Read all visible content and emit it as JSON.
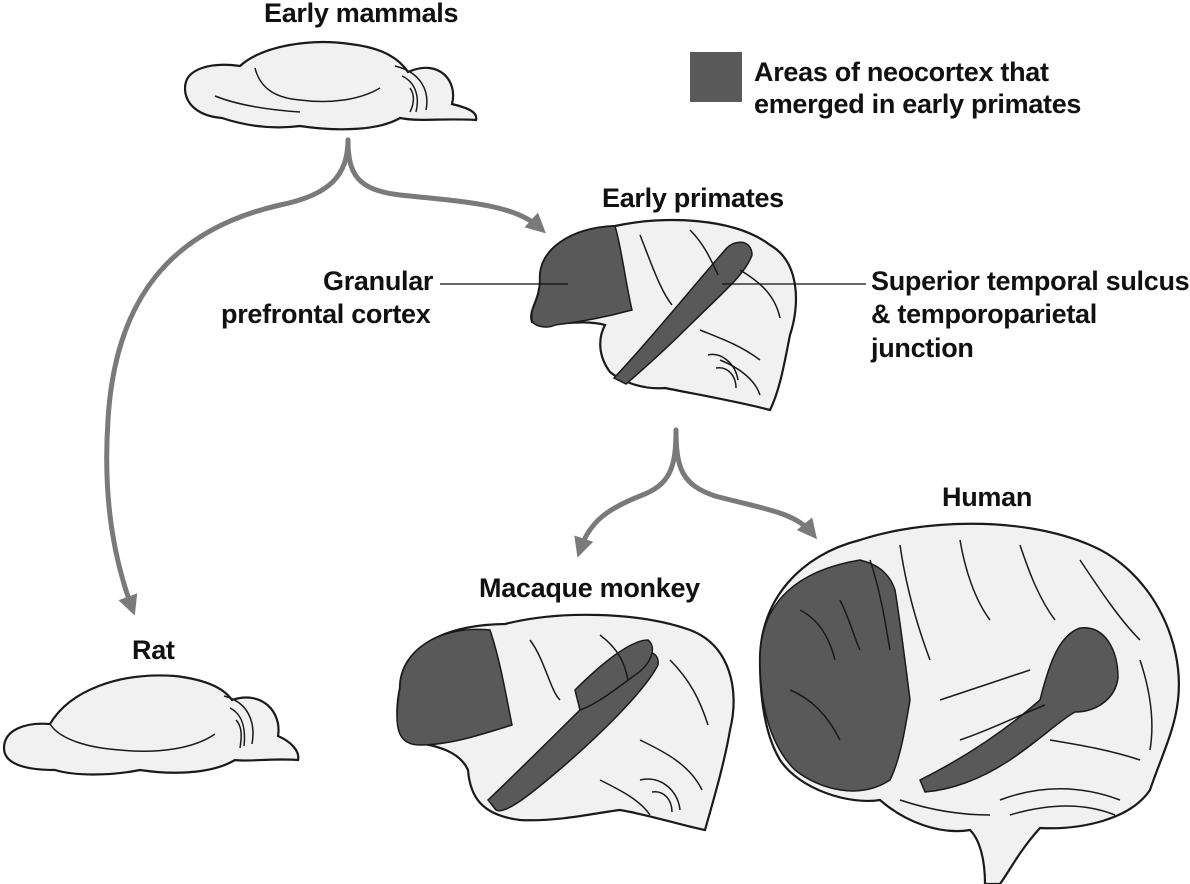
{
  "legend": {
    "text_line1": "Areas of neocortex that",
    "text_line2": "emerged in early primates",
    "swatch_color": "#595959"
  },
  "nodes": {
    "early_mammals": "Early mammals",
    "early_primates": "Early primates",
    "rat": "Rat",
    "macaque": "Macaque monkey",
    "human": "Human"
  },
  "callouts": {
    "granular_line1": "Granular",
    "granular_line2": "prefrontal cortex",
    "sts_line1": "Superior temporal sulcus",
    "sts_line2": "& temporoparietal",
    "sts_line3": "junction"
  },
  "colors": {
    "arrow": "#7a7a7a",
    "highlight": "#595959",
    "brain": "#f1f1f1"
  }
}
